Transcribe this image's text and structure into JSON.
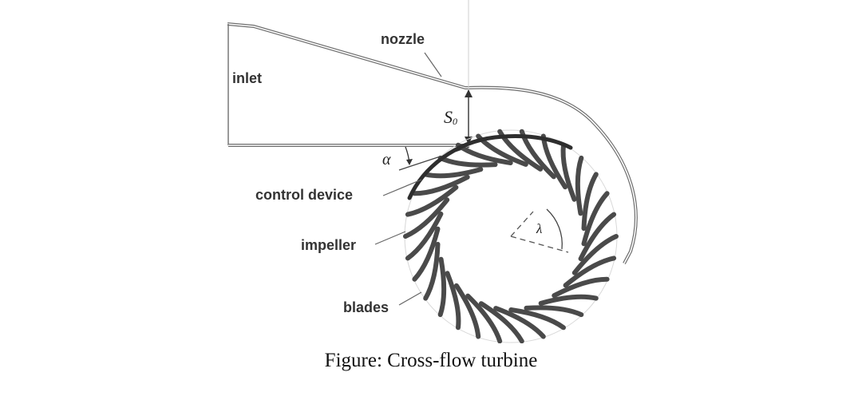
{
  "labels": {
    "nozzle": "nozzle",
    "inlet": "inlet",
    "s0_main": "S",
    "s0_sub": "0",
    "alpha": "α",
    "control_device": "control device",
    "impeller": "impeller",
    "blades": "blades",
    "lambda": "λ"
  },
  "caption": "Figure: Cross-flow turbine",
  "impeller": {
    "blade_count": 30
  },
  "colors": {
    "stroke": "#555555",
    "blade": "#4a4a4a",
    "control_device": "#2e2e2e",
    "text": "#333333"
  }
}
